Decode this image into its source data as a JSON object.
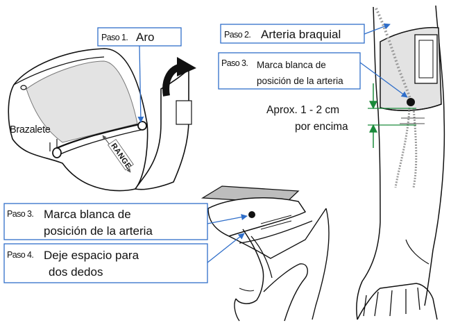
{
  "labels": {
    "step1_num": "Paso 1.",
    "step1_text": "Aro",
    "step2_num": "Paso 2.",
    "step2_text": "Arteria braquial",
    "step3a_num": "Paso 3.",
    "step3a_line1": "Marca blanca de",
    "step3a_line2": "posición de la arteria",
    "step3b_num": "Paso 3.",
    "step3b_line1": "Marca blanca de",
    "step3b_line2": "posición de la arteria",
    "step4_num": "Paso 4.",
    "step4_line1": "Deje espacio para",
    "step4_line2": "dos dedos",
    "distance_line1": "Aprox. 1 - 2 cm",
    "distance_line2": "por encima",
    "cuff_label": "Brazalete",
    "range_label": "RANGE"
  },
  "colors": {
    "callout_border": "#2f6ec9",
    "leader_line": "#2f6ec9",
    "dimension_arrow": "#1a8a3a",
    "cuff_fill": "#e3e3e3",
    "artery": "#9a9a9a"
  }
}
